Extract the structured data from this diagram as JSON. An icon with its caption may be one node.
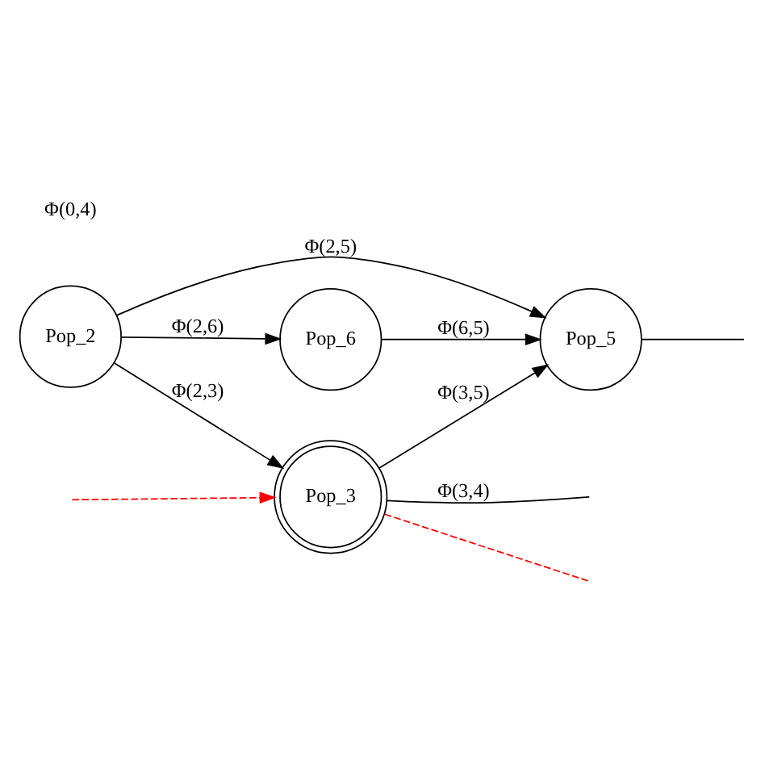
{
  "diagram": {
    "nodes": [
      {
        "text": [
          "Pop_3"
        ]
      },
      {
        "text": [
          "Pop_2"
        ]
      },
      {
        "text": [
          "Pop_5"
        ]
      },
      {
        "text": [
          "Pop_6"
        ]
      }
    ],
    "labels": [
      "Φ(0,4)"
    ],
    "edges": [
      {
        "from": 0,
        "to": null,
        "arrow": "none",
        "style": "dashed",
        "color": "#ff0000"
      },
      {
        "from": 0,
        "to": null,
        "label": "Φ(3,4)",
        "arrow": "none"
      },
      {
        "from": null,
        "to": 0,
        "arrow": "to",
        "style": "dashed",
        "color": "#ff0000"
      },
      {
        "from": 1,
        "to": 0,
        "label": "Φ(2,3)",
        "arrow": "to"
      },
      {
        "from": 0,
        "to": 2,
        "label": "Φ(3,5)",
        "arrow": "to"
      },
      {
        "from": 1,
        "to": 2,
        "label": "Φ(2,5)",
        "arrow": "to"
      },
      {
        "from": 1,
        "to": 3,
        "label": "Φ(2,6)",
        "arrow": "to"
      },
      {
        "from": 3,
        "to": 2,
        "label": "Φ(6,5)",
        "arrow": "to"
      },
      {
        "from": 2,
        "to": null,
        "arrow": "none"
      }
    ]
  }
}
